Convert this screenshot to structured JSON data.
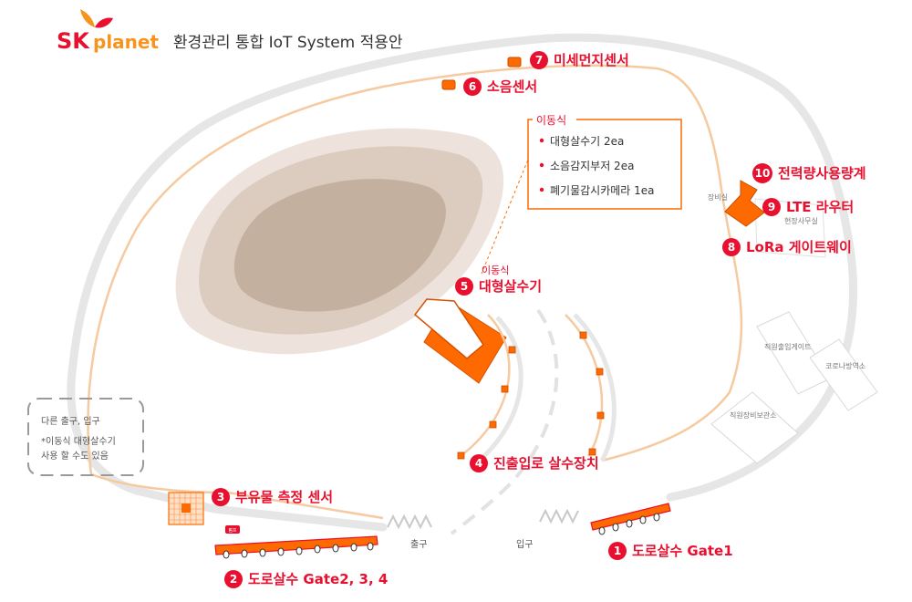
{
  "header": {
    "brand_sk": "SK",
    "brand_planet": "planet",
    "title": "환경관리 통합 IoT System 적용안"
  },
  "colors": {
    "accent_red": "#e8102e",
    "orange": "#ff6a00",
    "track": "#f4c89a",
    "road": "#e4e4e4",
    "pond_outer": "#ede3dd",
    "pond_mid": "#dbcbbf",
    "pond_inner": "#c3b09f"
  },
  "markers": [
    {
      "num": "1",
      "label": "도로살수 Gate1"
    },
    {
      "num": "2",
      "label": "도로살수 Gate2, 3, 4"
    },
    {
      "num": "3",
      "label": "부유물 측정 센서"
    },
    {
      "num": "4",
      "label": "진출입로 살수장치"
    },
    {
      "num": "5",
      "label": "대형살수기"
    },
    {
      "num": "6",
      "label": "소음센서"
    },
    {
      "num": "7",
      "label": "미세먼지센서"
    },
    {
      "num": "8",
      "label": "LoRa 게이트웨이"
    },
    {
      "num": "9",
      "label": "LTE 라우터"
    },
    {
      "num": "10",
      "label": "전력량사용량계"
    }
  ],
  "marker5_sublabel": "이동식",
  "mobile_box": {
    "title": "이동식",
    "items": [
      "대형살수기 2ea",
      "소음감지부저 2ea",
      "폐기물감시카메라 1ea"
    ]
  },
  "note_box": {
    "line1": "다른 출구,  입구",
    "line2": "*이동식 대형살수기",
    "line3": "사용 할 수도 있음"
  },
  "places": {
    "exit": "출구",
    "entrance": "입구",
    "equip_room": "장비실",
    "site_office": "현장사무실",
    "staff_gate": "직원출입게이트",
    "corona_room": "코로나방역소",
    "equip_storage": "직원장비보관소",
    "pump_tag": "펌프"
  }
}
